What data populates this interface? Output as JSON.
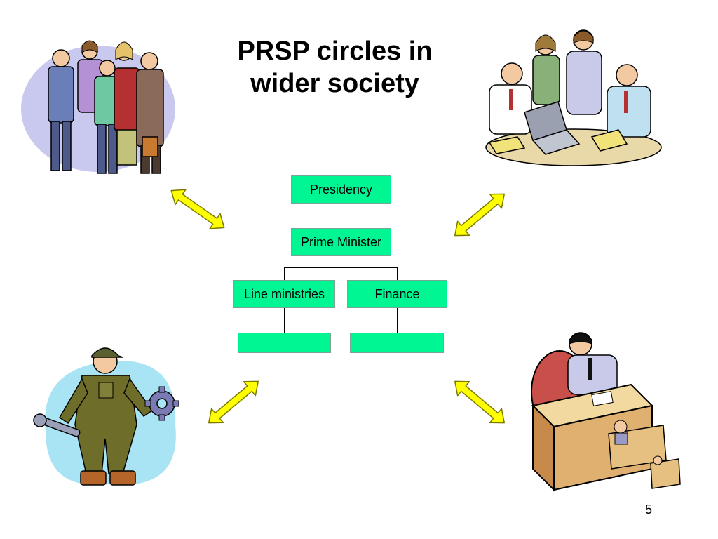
{
  "slide": {
    "title_line1": "PRSP circles in",
    "title_line2": "wider society",
    "page_number": "5"
  },
  "org_chart": {
    "presidency": "Presidency",
    "prime_minister": "Prime Minister",
    "line_ministries": "Line ministries",
    "finance": "Finance",
    "sub_box_left": "",
    "sub_box_right": ""
  },
  "colors": {
    "box_fill": "#00f593",
    "arrow_fill": "#ffff00",
    "arrow_stroke": "#7a7a00"
  },
  "illustrations": [
    "crowd-of-people-icon",
    "business-meeting-icon",
    "worker-with-tools-icon",
    "bureaucrat-desk-icon"
  ]
}
